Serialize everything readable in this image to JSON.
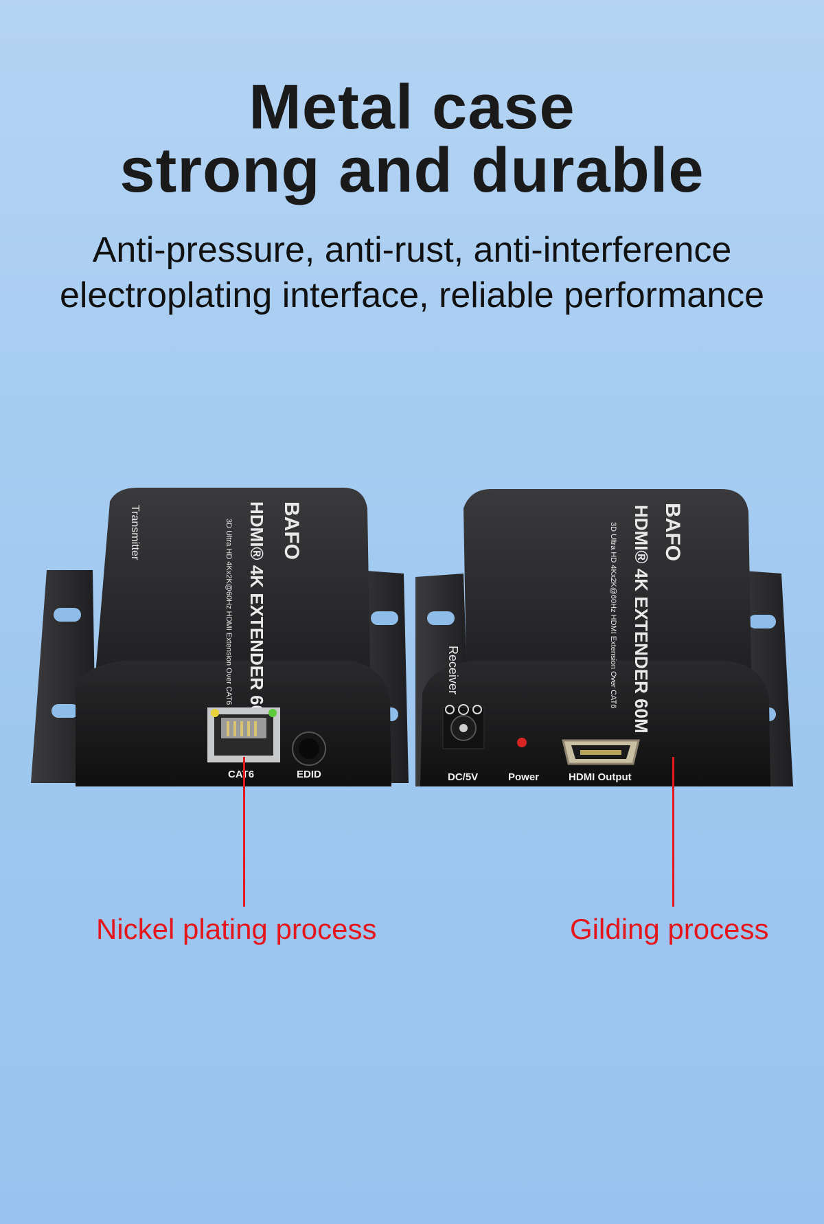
{
  "headline": {
    "line1": "Metal case",
    "line2": "strong and durable"
  },
  "subheadline": {
    "line1": "Anti-pressure, anti-rust, anti-interference",
    "line2": "electroplating interface, reliable performance"
  },
  "transmitter": {
    "brand": "BAFO",
    "product_line1": "HDMI® 4K EXTENDER 60M",
    "product_line2": "3D Ultra HD 4Kx2K@60Hz HDMI Extension Over CAT6",
    "role": "Transmitter",
    "port_cat6": "CAT6",
    "port_edid": "EDID"
  },
  "receiver": {
    "brand": "BAFO",
    "product_line1": "HDMI® 4K EXTENDER 60M",
    "product_line2": "3D Ultra HD 4Kx2K@60Hz HDMI Extension Over CAT6",
    "role": "Receiver",
    "port_dc": "DC/5V",
    "port_power": "Power",
    "port_hdmi": "HDMI Output"
  },
  "callouts": {
    "left": "Nickel plating process",
    "right": "Gilding process"
  },
  "colors": {
    "callout": "#e4161b",
    "background_top": "#b5d4f3",
    "background_bottom": "#97c3ee"
  }
}
